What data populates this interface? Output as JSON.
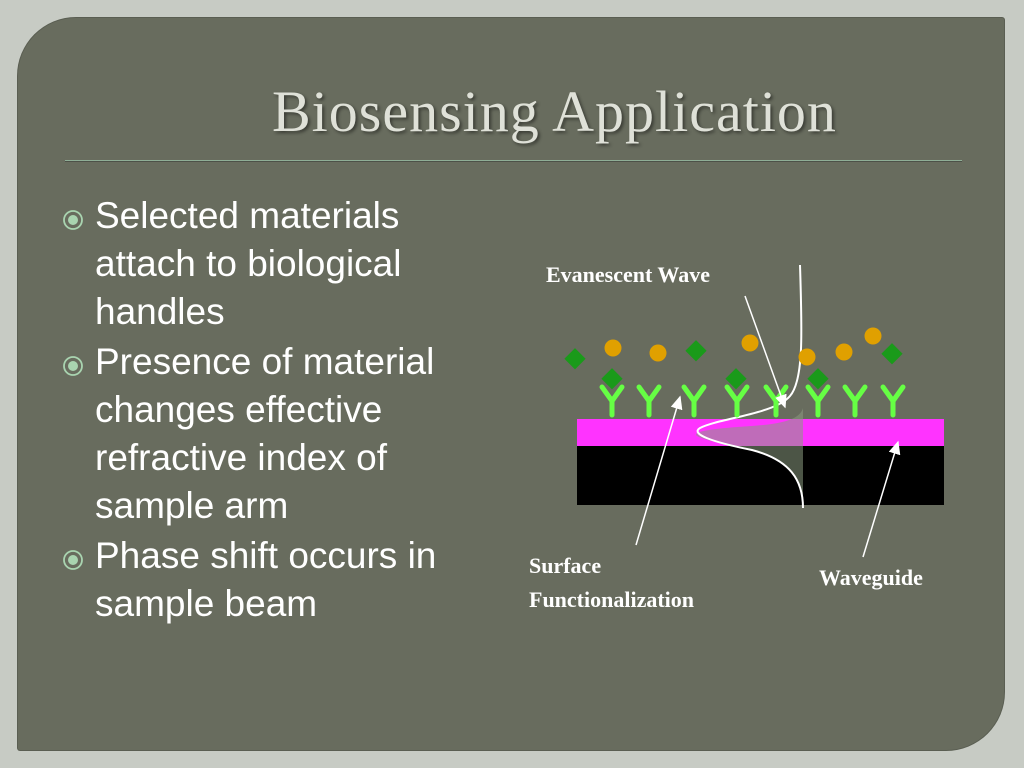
{
  "slide": {
    "title": "Biosensing Application",
    "bullets": [
      "Selected materials attach to biological handles",
      "Presence of material changes effective refractive index of sample arm",
      "Phase shift occurs in sample beam"
    ]
  },
  "diagram": {
    "labels": {
      "evanescent_wave": "Evanescent Wave",
      "surface_line1": "Surface",
      "surface_line2": "Functionalization",
      "waveguide": "Waveguide"
    },
    "colors": {
      "background": "#686c5e",
      "waveguide_core": "#ff33ff",
      "substrate": "#000000",
      "antibody": "#66ff44",
      "target_molecule": "#1a9a1a",
      "particle": "#e0a000"
    }
  }
}
